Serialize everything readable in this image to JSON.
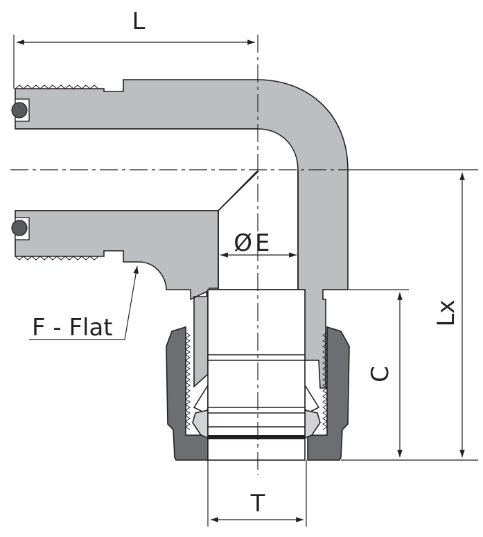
{
  "labels": {
    "L": "L",
    "E": "E",
    "diameter_symbol": "Ø",
    "f_flat": "F - Flat",
    "Lx": "Lx",
    "C": "C",
    "T": "T"
  },
  "colors": {
    "body": "#bcbec0",
    "nut": "#6d6e71",
    "ferrule": "#d1d3d4",
    "line": "#231f20",
    "oring": "#58595b"
  }
}
